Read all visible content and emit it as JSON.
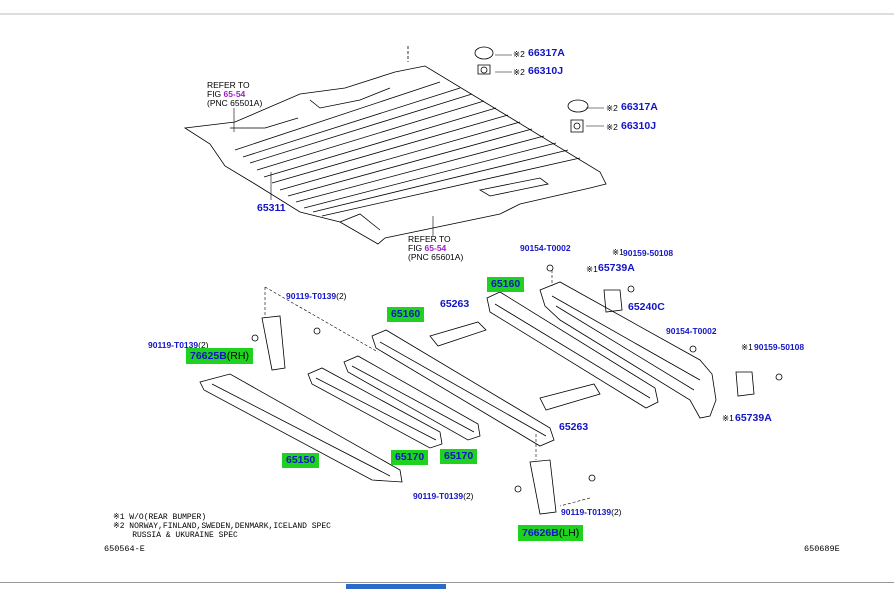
{
  "title": "",
  "refs": {
    "upper": {
      "line1": "REFER TO",
      "fig_prefix": "FIG ",
      "fig": "65-54",
      "pnc": "(PNC 65501A)"
    },
    "lower": {
      "line1": "REFER TO",
      "fig_prefix": "FIG ",
      "fig": "65-54",
      "pnc": "(PNC 65601A)"
    }
  },
  "parts": {
    "p65311": "65311",
    "p66317A_1": "66317A",
    "p66310J_1": "66310J",
    "p66317A_2": "66317A",
    "p66310J_2": "66310J",
    "p90154_a": "90154-T0002",
    "p90159_a": "90159-50108",
    "p65739A_a": "65739A",
    "p65160_right": "65160",
    "p65263_top": "65263",
    "p65240C": "65240C",
    "p90154_b": "90154-T0002",
    "p90159_b": "90159-50108",
    "p65739A_b": "65739A",
    "p90119_a": "90119-T0139",
    "p90119_b": "90119-T0139",
    "p76625B": "76625B",
    "p65160_left": "65160",
    "p65263_bot": "65263",
    "p65150": "65150",
    "p65170_a": "65170",
    "p65170_b": "65170",
    "p90119_c": "90119-T0139",
    "p90119_d": "90119-T0139",
    "p76626B": "76626B"
  },
  "qty": {
    "q2": "(2)"
  },
  "sides": {
    "rh": "(RH)",
    "lh": "(LH)"
  },
  "marks": {
    "m1": "※1",
    "m2": "※2"
  },
  "notes": {
    "line1": "※1 W/O(REAR BUMPER)",
    "line2": "※2 NORWAY,FINLAND,SWEDEN,DENMARK,ICELAND SPEC",
    "line3": "    RUSSIA & UKURAINE SPEC"
  },
  "codes": {
    "left": "650564-E",
    "right": "650689E"
  },
  "colors": {
    "part_number": "#1414c8",
    "highlight": "#1fd21f",
    "figure_ref": "#a020c8"
  }
}
